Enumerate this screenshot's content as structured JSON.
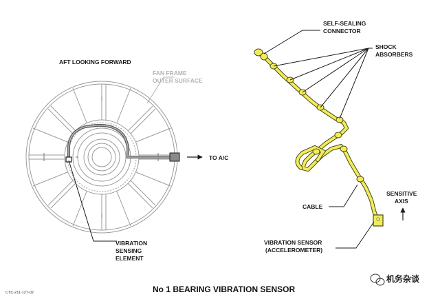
{
  "labels": {
    "aft_view": "AFT LOOKING FORWARD",
    "fan_frame_1": "FAN FRAME",
    "fan_frame_2": "OUTER SURFACE",
    "to_ac": "TO A/C",
    "vib_elem_1": "VIBRATION",
    "vib_elem_2": "SENSING",
    "vib_elem_3": "ELEMENT",
    "self_seal_1": "SELF-SEALING",
    "self_seal_2": "CONNECTOR",
    "shock_1": "SHOCK",
    "shock_2": "ABSORBERS",
    "sensitive_1": "SENSITIVE",
    "sensitive_2": "AXIS",
    "cable": "CABLE",
    "vib_sensor_1": "VIBRATION SENSOR",
    "vib_sensor_2": "(ACCELEROMETER)"
  },
  "title": "No 1 BEARING VIBRATION SENSOR",
  "figure_code": "CTC-211-127-02",
  "watermark": "机务杂谈",
  "colors": {
    "line": "#1a1a1a",
    "frame_grey": "#9a9a9a",
    "sensor_yellow": "#f2ec5a",
    "sensor_outline": "#5a5a1a"
  }
}
